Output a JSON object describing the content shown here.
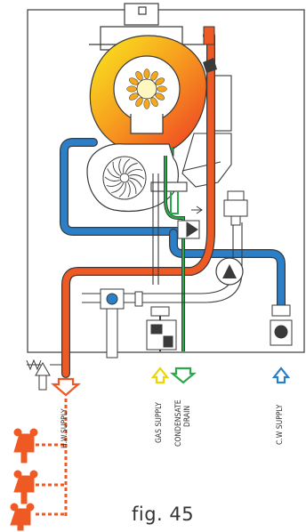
{
  "labels": {
    "hw_supply": "H.W.SUPPLY",
    "gas_supply": "GAS SUPPLY",
    "condensate_drain_line1": "CONDENSATE",
    "condensate_drain_line2": "DRAIN",
    "cw_supply": "C.W SUPPLY"
  },
  "caption": "fig. 45",
  "colors": {
    "hot_water": "#ef5a24",
    "cold_water": "#2a7fc8",
    "gas": "#e6d800",
    "condensate": "#2aa84a",
    "outline": "#3a3a3a",
    "burner_inner": "#f5a81e"
  }
}
